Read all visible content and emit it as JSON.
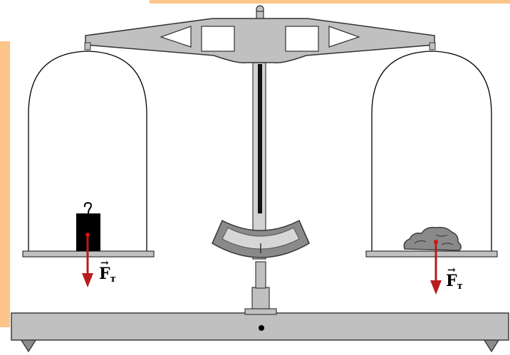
{
  "diagram": {
    "colors": {
      "background": "#ffffff",
      "accent_bar": "#fbc488",
      "metal": "#c0c0c0",
      "metal_dark": "#6e6e6e",
      "metal_border": "#3a3a3a",
      "weight": "#000000",
      "rock": "#8a8a8a",
      "rock_dark": "#3f3f3f",
      "force_arrow": "#b71c1c",
      "dot": "#e01010",
      "string": "#000000"
    },
    "left_pan": {
      "object": "weight-block",
      "force_label": {
        "main": "F",
        "sub": "т",
        "vector_mark": "→"
      }
    },
    "right_pan": {
      "object": "rock",
      "force_label": {
        "main": "F",
        "sub": "т",
        "vector_mark": "→"
      }
    }
  }
}
